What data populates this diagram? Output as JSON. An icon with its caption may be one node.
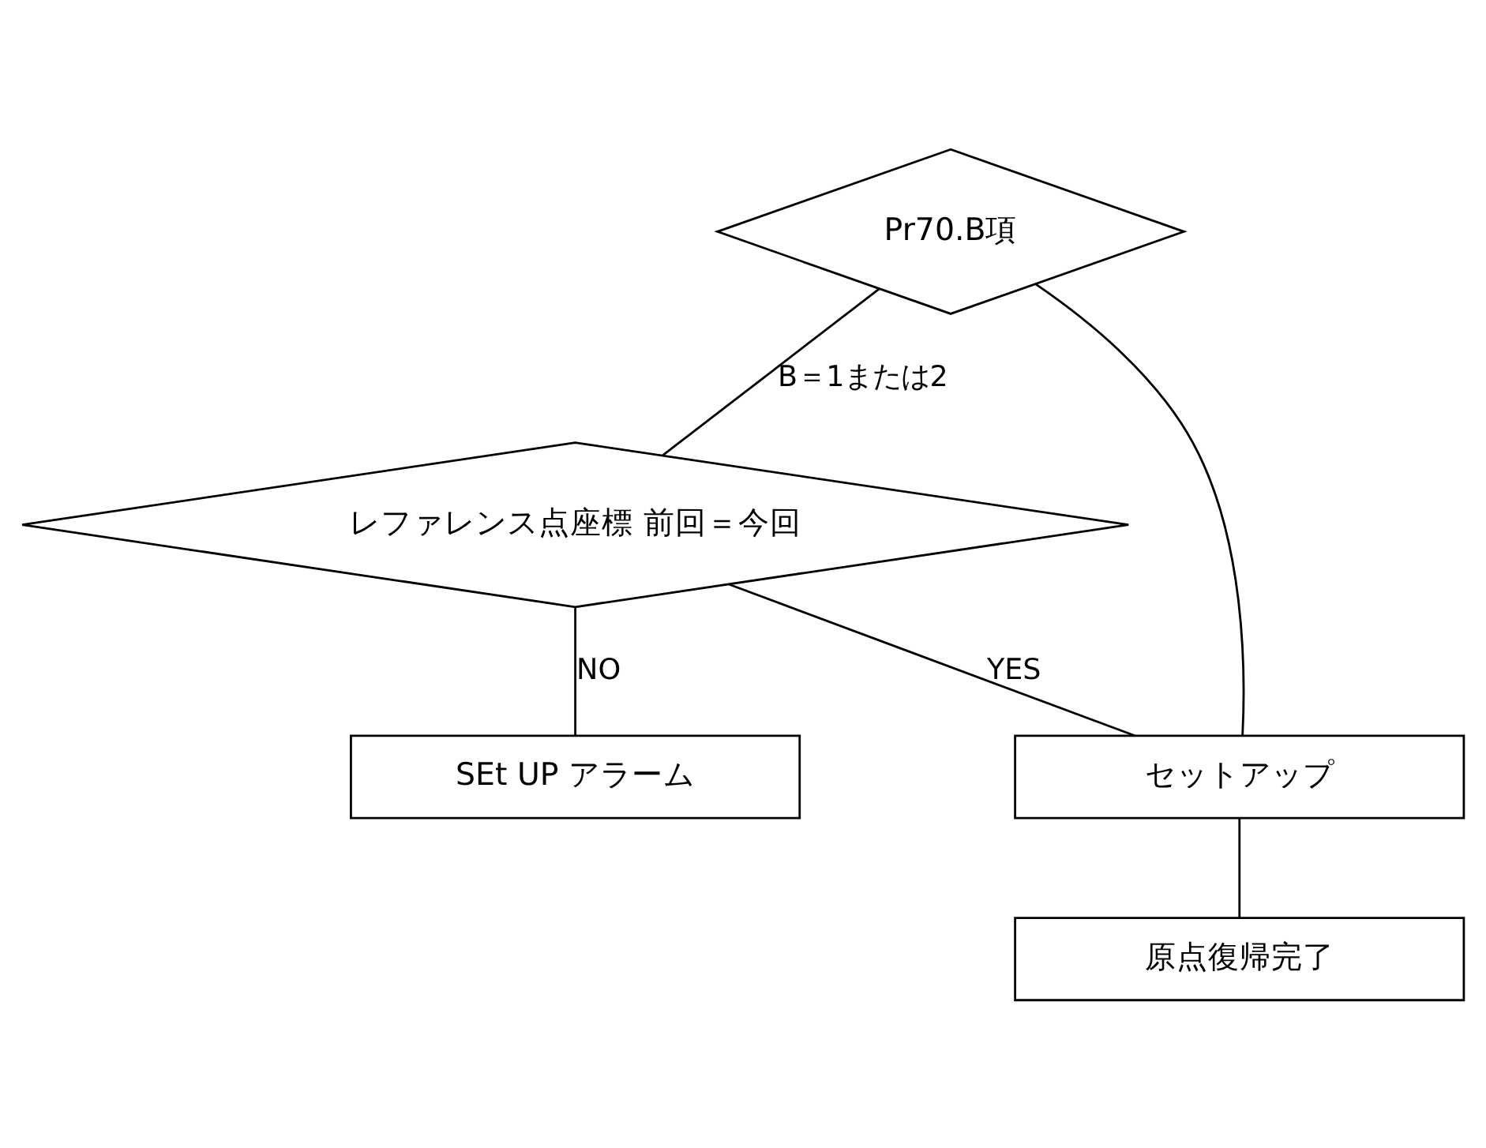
{
  "diagram": {
    "nodes": [
      {
        "text": [
          "Pr70.B項"
        ]
      },
      {
        "text": [
          "レファレンス点座標 前回＝今回"
        ]
      },
      {
        "text": [
          "セットアップ"
        ]
      },
      {
        "text": [
          "SEt UP アラーム"
        ]
      },
      {
        "text": [
          "原点復帰完了"
        ]
      }
    ],
    "edges": [
      {
        "from": 0,
        "to": 1,
        "arrow": "none",
        "label": "B＝1または2"
      },
      {
        "from": 0,
        "to": 2,
        "arrow": "none"
      },
      {
        "from": 1,
        "to": 2,
        "arrow": "none",
        "label": "YES"
      },
      {
        "from": 1,
        "to": 3,
        "arrow": "none",
        "label": "NO"
      },
      {
        "from": 2,
        "to": 4,
        "arrow": "none"
      }
    ]
  }
}
